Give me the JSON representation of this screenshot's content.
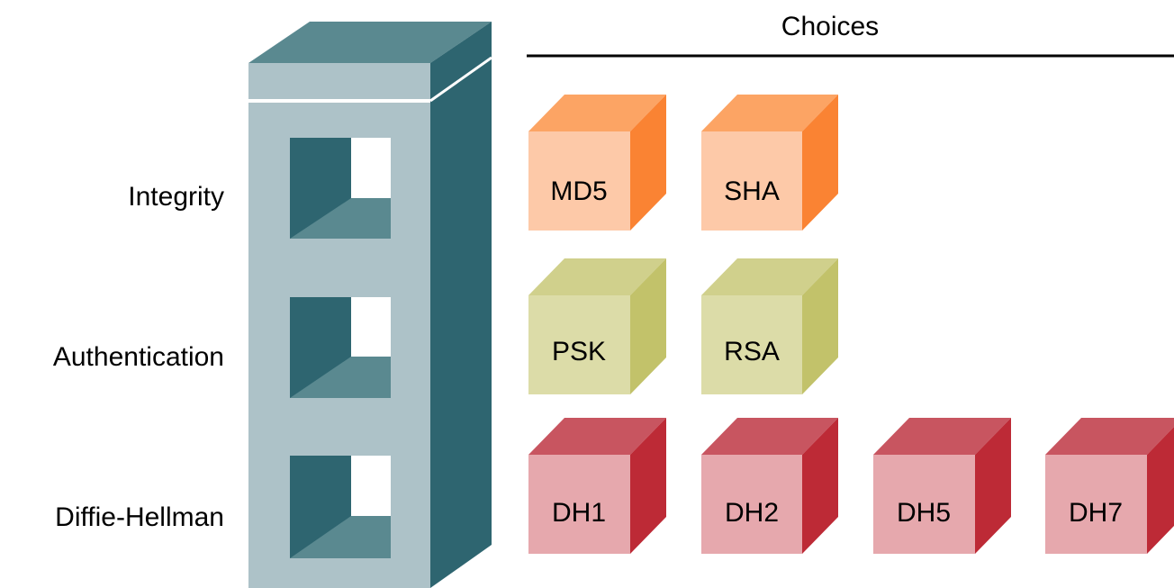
{
  "header": {
    "choices_title": "Choices"
  },
  "rows": [
    {
      "label": "Integrity",
      "choices": [
        "MD5",
        "SHA"
      ]
    },
    {
      "label": "Authentication",
      "choices": [
        "PSK",
        "RSA"
      ]
    },
    {
      "label": "Diffie-Hellman",
      "choices": [
        "DH1",
        "DH2",
        "DH5",
        "DH7"
      ]
    }
  ],
  "colors": {
    "tower_front": "#adc2c8",
    "tower_top": "#5a8990",
    "tower_side": "#2e6570",
    "hole_dark": "#2e6570",
    "hole_floor": "#5a8990",
    "integrity": {
      "front": "#fdc9a8",
      "top": "#fca464",
      "side": "#fa8333"
    },
    "authentication": {
      "front": "#dcdca8",
      "top": "#d0d08c",
      "side": "#c2c26a"
    },
    "diffie_hellman": {
      "front": "#e6a8ad",
      "top": "#c85560",
      "side": "#bd2a36"
    }
  }
}
